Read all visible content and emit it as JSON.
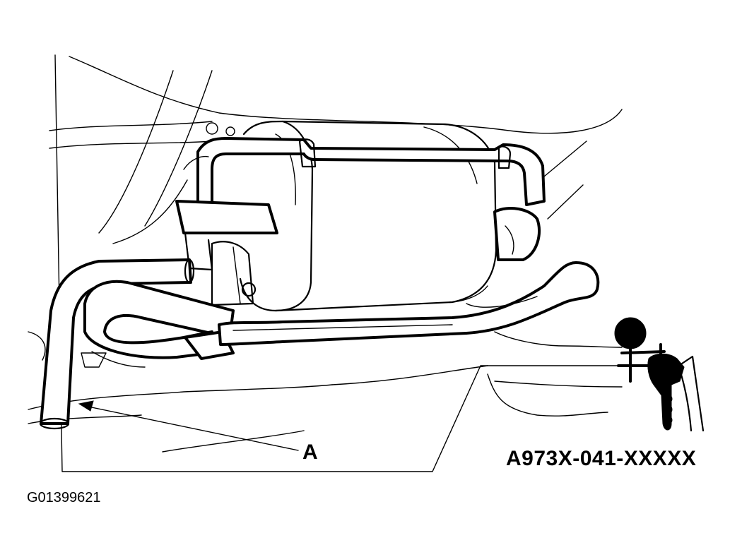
{
  "callouts": {
    "a": "A"
  },
  "tool": {
    "number": "A973X-041-XXXXX"
  },
  "figure": {
    "id": "G01399621"
  },
  "icons": {
    "canister": "evap-canister-icon",
    "gauge": "vacuum-gauge-tool-icon"
  },
  "colors": {
    "ink": "#000000",
    "paper": "#ffffff"
  }
}
